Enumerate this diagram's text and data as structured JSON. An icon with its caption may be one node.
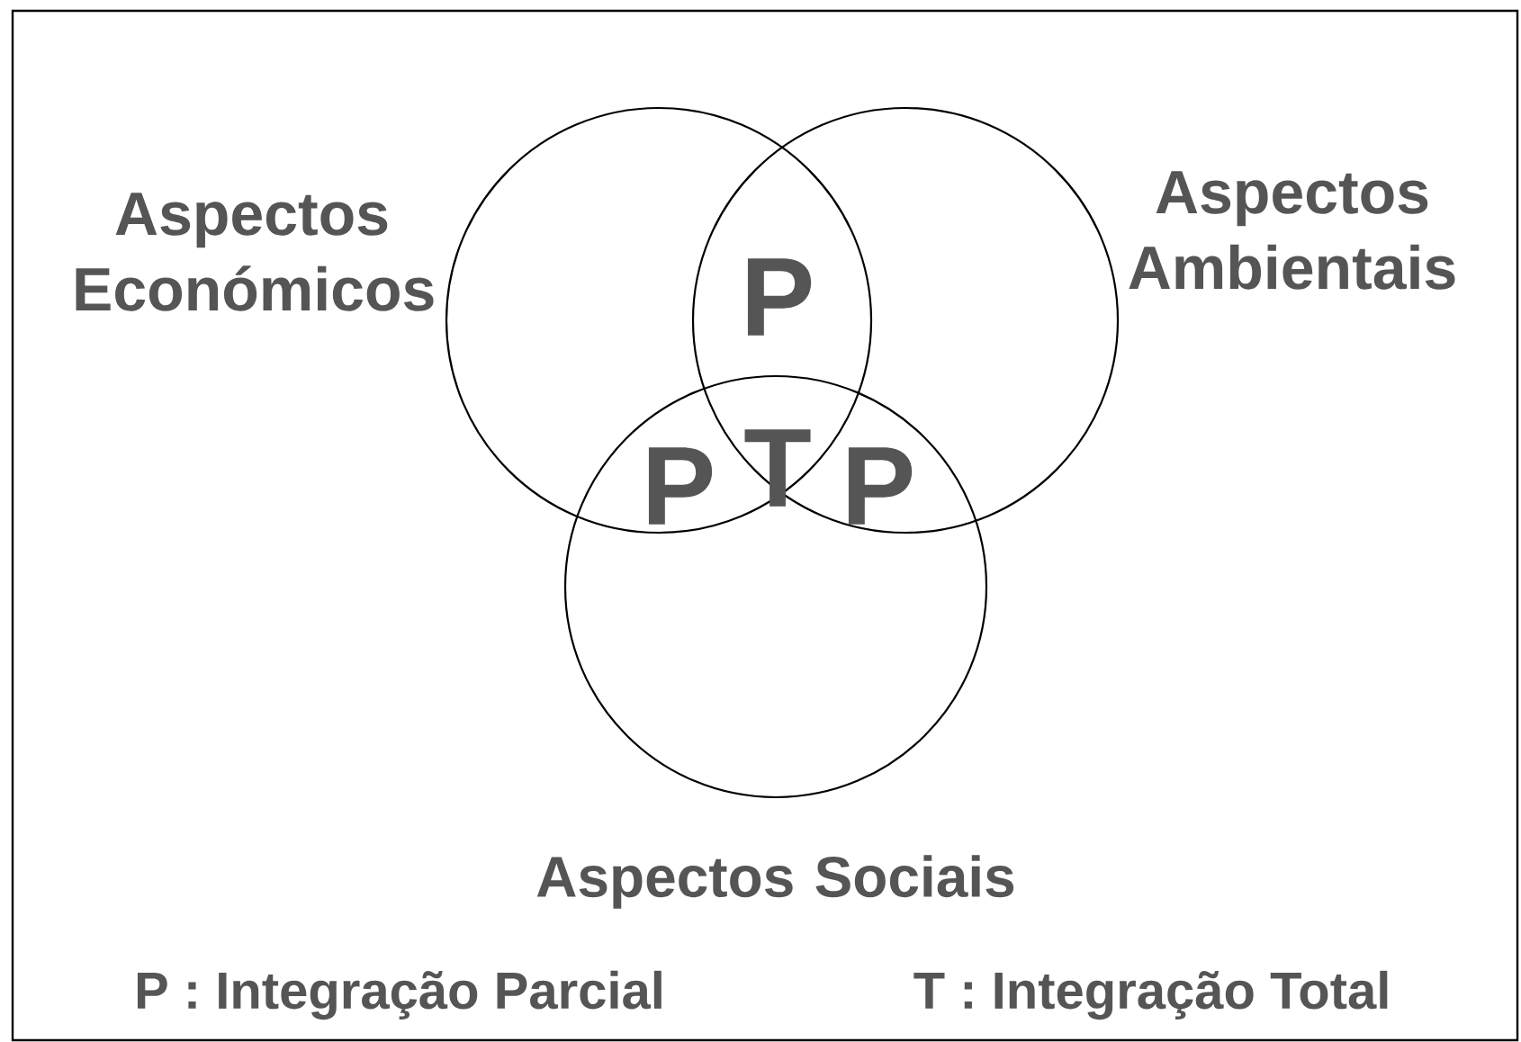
{
  "diagram": {
    "nodes": [
      {
        "text": [],
        "shape": "circle",
        "beside": [
          "Aspectos Económicos"
        ]
      },
      {
        "text": [],
        "shape": "circle",
        "beside": [
          "Aspectos Ambientais"
        ]
      },
      {
        "text": [],
        "shape": "circle",
        "beside": [
          "Aspectos Sociais"
        ]
      }
    ],
    "labels": [
      "P",
      "P",
      "T",
      "P",
      "P : Integração Parcial",
      "T : Integração Total"
    ]
  }
}
